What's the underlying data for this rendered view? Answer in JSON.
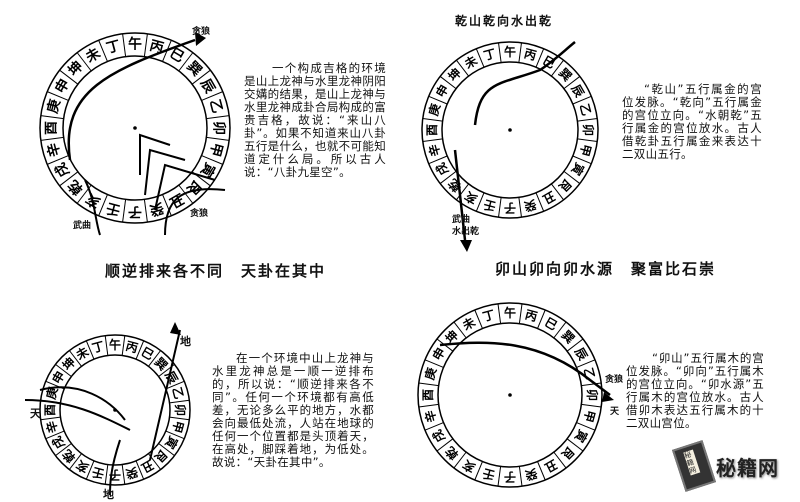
{
  "mountains": [
    "子",
    "癸",
    "丑",
    "艮",
    "寅",
    "甲",
    "卯",
    "乙",
    "辰",
    "巽",
    "巳",
    "丙",
    "午",
    "丁",
    "未",
    "坤",
    "申",
    "庚",
    "酉",
    "辛",
    "戌",
    "乾",
    "亥",
    "壬"
  ],
  "section1": {
    "labels": {
      "tanlang_top": "贪狼",
      "wuqu": "武曲",
      "tanlang_bottom": "贪狼"
    },
    "paragraph": "一个构成吉格的环境是山上龙神与水里龙神阴阳交媾的结果，是山上龙神与水里龙神成卦合局构成的富贵吉格，故说：“来山八卦”。如果不知道来山八卦五行是什么，也就不可能知道定什么局。所以古人说：“八卦九星空”。"
  },
  "section2": {
    "title": "乾山乾向水出乾",
    "labels": {
      "wuqu": "武曲",
      "shuichuqian": "水出乾"
    },
    "paragraph": "“乾山”五行属金的宫位发脉。“乾向”五行属金的宫位立向。“水朝乾”五行属金的宫位放水。古人借乾卦五行属金来表达十二双山五行。"
  },
  "section3": {
    "caption": "顺逆排来各不同　天卦在其中",
    "labels": {
      "tian": "天",
      "di_top": "地",
      "di_bottom": "地"
    },
    "paragraph": "在一个环境中山上龙神与水里龙神总是一顺一逆排布的，所以说：“顺逆排来各不同”。任何一个环境都有高低差，无论多么平的地方，水都会向最低处流，人站在地球的任何一个位置都是头顶着天，在高处，脚踩着地，为低处。故说：“天卦在其中”。"
  },
  "section4": {
    "caption": "卯山卯向卯水源　聚富比石崇",
    "labels": {
      "tanlang": "贪狼",
      "tian": "天"
    },
    "paragraph": "“卯山”五行属木的宫位发脉。“卯向”五行属木的宫位立向。“卯水源”五行属木的宫位放水。古人借卯木表达五行属木的十二双山宫位。"
  },
  "logo": {
    "text": "秘籍网",
    "book": "秘籍网"
  }
}
